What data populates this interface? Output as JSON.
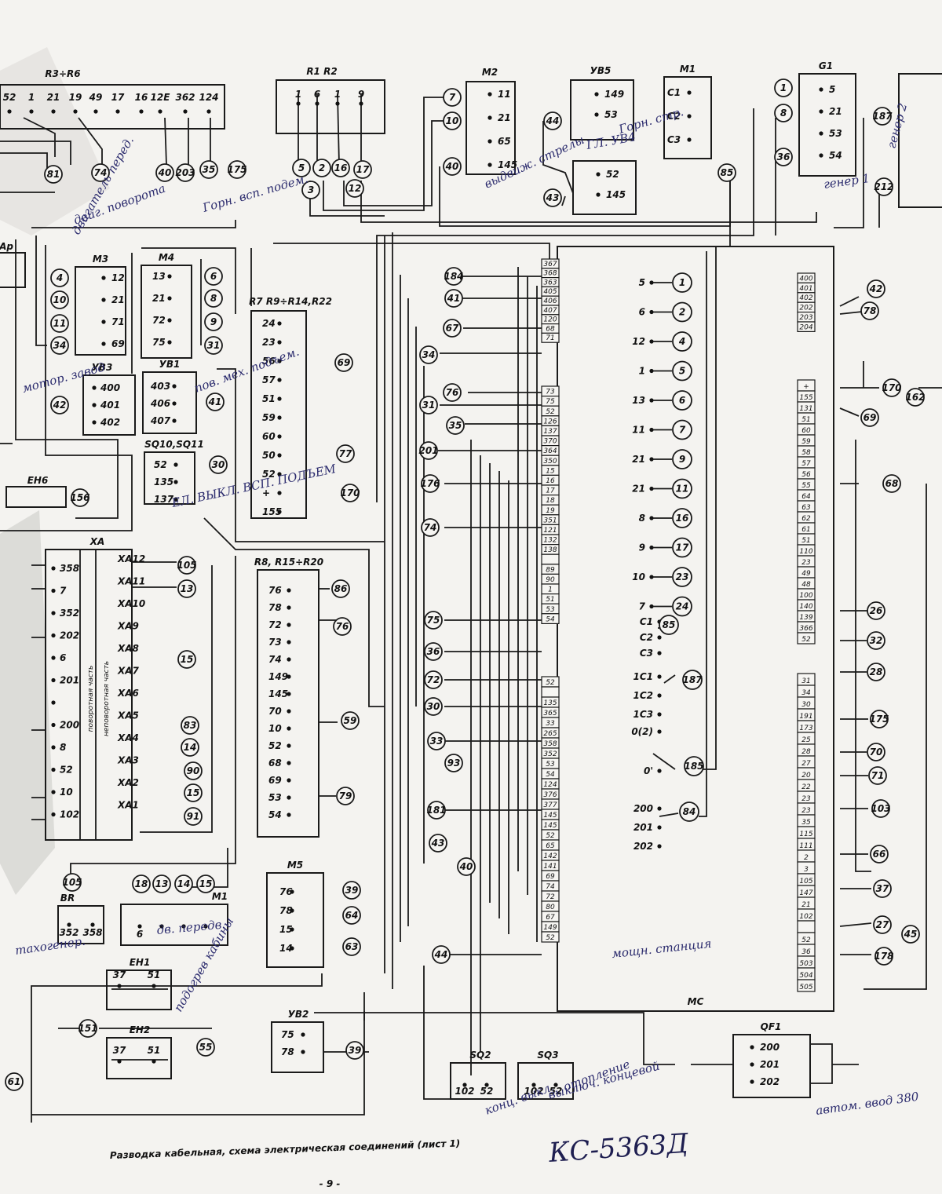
{
  "caption": "Разводка кабельная, схема электрическая соединений (лист 1)",
  "page_number": "- 9 -",
  "model_label": "КС-5363Д",
  "components": {
    "r3r6": {
      "label": "R3÷R6",
      "pins": [
        "52",
        "1",
        "21",
        "19",
        "49",
        "17",
        "16",
        "12Е",
        "362",
        "124"
      ]
    },
    "r1r2": {
      "label": "R1 R2",
      "pins": [
        "1",
        "6",
        "1",
        "9"
      ]
    },
    "m2": {
      "label": "M2",
      "pins": [
        "11",
        "21",
        "65",
        "145"
      ]
    },
    "yb5": {
      "label": "УВ5",
      "pins": [
        "149",
        "53"
      ]
    },
    "yb4": {
      "label": "",
      "pins": [
        "52",
        "145"
      ]
    },
    "m1": {
      "label": "M1",
      "pins": [
        "C1",
        "C2",
        "C3"
      ]
    },
    "g1": {
      "label": "G1",
      "pins": [
        "5",
        "21",
        "53",
        "54"
      ]
    },
    "ap": {
      "label": "Ар"
    },
    "m3": {
      "label": "M3",
      "pins": [
        "12",
        "21",
        "71",
        "69"
      ]
    },
    "m4": {
      "label": "M4",
      "pins": [
        "13",
        "21",
        "72",
        "75"
      ]
    },
    "yb3": {
      "label": "УВ3",
      "pins": [
        "400",
        "401",
        "402"
      ]
    },
    "yb1": {
      "label": "УВ1",
      "pins": [
        "403",
        "406",
        "407"
      ]
    },
    "r7": {
      "label": "R7 R9÷R14,R22",
      "pins": [
        "24",
        "23",
        "56",
        "57",
        "51",
        "59",
        "60",
        "50",
        "52",
        "+",
        "155"
      ]
    },
    "sq10": {
      "label": "SQ10,SQ11",
      "pins": [
        "52",
        "135",
        "137"
      ]
    },
    "eh6": {
      "label": "EH6"
    },
    "xa": {
      "label": "XA",
      "left_pins": [
        "358",
        "7",
        "352",
        "202",
        "6",
        "201",
        "",
        "200",
        "8",
        "52",
        "10",
        "102"
      ],
      "right_pins": [
        "XA12",
        "XA11",
        "XA10",
        "XA9",
        "XA8",
        "XA7",
        "XA6",
        "XA5",
        "XA4",
        "XA3",
        "XA2",
        "XA1"
      ],
      "inner_labels": [
        "поворотная часть",
        "неповоротная часть"
      ]
    },
    "r8": {
      "label": "R8, R15÷R20",
      "pins": [
        "76",
        "78",
        "72",
        "73",
        "74",
        "149",
        "145",
        "70",
        "10",
        "52",
        "68",
        "69",
        "53",
        "54"
      ]
    },
    "m5": {
      "label": "M5",
      "pins": [
        "76",
        "78",
        "15",
        "14"
      ]
    },
    "br": {
      "label": "BR",
      "pins": [
        "352",
        "358"
      ]
    },
    "m1b": {
      "label": "M1",
      "pins": [
        "6",
        "",
        "",
        ""
      ]
    },
    "eh1": {
      "label": "EH1",
      "pins": [
        "37",
        "51"
      ]
    },
    "eh2": {
      "label": "EH2",
      "pins": [
        "37",
        "51"
      ]
    },
    "yb2": {
      "label": "УВ2",
      "pins": [
        "75",
        "78"
      ]
    },
    "sq2": {
      "label": "SQ2",
      "pins": [
        "102",
        "52"
      ]
    },
    "sq3": {
      "label": "SQ3",
      "pins": [
        "102",
        "52"
      ]
    },
    "qf1": {
      "label": "QF1",
      "pins": [
        "200",
        "201",
        "202"
      ]
    },
    "mc": {
      "label": "MC"
    }
  },
  "bubbles_top": [
    "81",
    "74",
    "40",
    "203",
    "35",
    "175",
    "5",
    "2",
    "16",
    "17",
    "3",
    "12",
    "7",
    "10",
    "40",
    "44",
    "43",
    "1",
    "8",
    "36",
    "85",
    "187",
    "212"
  ],
  "bubbles_left": [
    "4",
    "10",
    "11",
    "34",
    "6",
    "8",
    "9",
    "31",
    "42",
    "41",
    "69",
    "77",
    "170",
    "30",
    "156",
    "105",
    "13",
    "15",
    "83",
    "14",
    "90",
    "15",
    "91",
    "86",
    "76",
    "59",
    "79",
    "39",
    "64",
    "63",
    "18",
    "13",
    "14",
    "15",
    "105",
    "151",
    "55",
    "61",
    "39"
  ],
  "mc_strip_left_a": [
    "367",
    "368",
    "363",
    "405",
    "406",
    "407",
    "120",
    "68",
    "71"
  ],
  "mc_strip_left_b": [
    "73",
    "75",
    "52",
    "126",
    "137",
    "370",
    "364",
    "350",
    "15",
    "16",
    "17",
    "18",
    "19",
    "351",
    "121",
    "132",
    "138",
    "",
    "89",
    "90",
    "1",
    "51",
    "53",
    "54"
  ],
  "mc_strip_left_c": [
    "52",
    "",
    "135",
    "365",
    "33",
    "265",
    "358",
    "352",
    "53",
    "54",
    "124",
    "376",
    "377",
    "145",
    "145",
    "52",
    "65",
    "142",
    "141",
    "69",
    "74",
    "72",
    "80",
    "67",
    "149",
    "52"
  ],
  "mc_bubbles_left": [
    "184",
    "41",
    "67",
    "34",
    "76",
    "31",
    "35",
    "201",
    "176",
    "74",
    "75",
    "36",
    "72",
    "30",
    "33",
    "93",
    "181",
    "43",
    "40",
    "44"
  ],
  "mc_inner": [
    [
      "5",
      "1"
    ],
    [
      "6",
      "2"
    ],
    [
      "12",
      "4"
    ],
    [
      "1",
      "5"
    ],
    [
      "13",
      "6"
    ],
    [
      "11",
      "7"
    ],
    [
      "21",
      "9"
    ],
    [
      "21",
      "11"
    ],
    [
      "8",
      "16"
    ],
    [
      "9",
      "17"
    ],
    [
      "10",
      "23"
    ],
    [
      "7",
      "24"
    ]
  ],
  "mc_inner_b": [
    "C1",
    "C2",
    "C3",
    "1C1",
    "1C2",
    "1C3",
    "0(2)",
    "0'",
    "200",
    "201",
    "202"
  ],
  "mc_inner_bub": [
    "85",
    "187",
    "185",
    "84"
  ],
  "mc_strip_right_a": [
    "400",
    "401",
    "402",
    "202",
    "203",
    "204"
  ],
  "mc_strip_right_b": [
    "+",
    "155",
    "131",
    "51",
    "60",
    "59",
    "58",
    "57",
    "56",
    "55",
    "64",
    "63",
    "62",
    "61",
    "51",
    "110",
    "23",
    "49",
    "48",
    "100",
    "140",
    "139",
    "366",
    "52"
  ],
  "mc_strip_right_c": [
    "31",
    "34",
    "30",
    "191",
    "173",
    "25",
    "28",
    "27",
    "20",
    "22",
    "23",
    "23",
    "35",
    "115",
    "111",
    "2",
    "3",
    "105",
    "147",
    "21",
    "102",
    "",
    "52",
    "36",
    "503",
    "504",
    "505"
  ],
  "mc_bubbles_right": [
    "42",
    "78",
    "170",
    "162",
    "69",
    "68",
    "26",
    "32",
    "28",
    "175",
    "70",
    "71",
    "103",
    "66",
    "37",
    "27",
    "45",
    "178"
  ],
  "handwritten": [
    "двиг. поворота",
    "Горн. всп. подем.",
    "ЕЛ. ВЫКЛ. ВСП. ПОДЪЕМ",
    "ГЛ. УВ4",
    "Горн. стр.",
    "выдвиж. стрелы",
    "генер 1",
    "генер 2",
    "двигатель перед.",
    "пов. мех. подъем.",
    "мотор. завод",
    "тахогенер.",
    "дв. передв.",
    "подогрев кабины",
    "мощн. станция",
    "конц. выкл.",
    "отопление",
    "выключ. концевой",
    "автом. ввод 380"
  ]
}
